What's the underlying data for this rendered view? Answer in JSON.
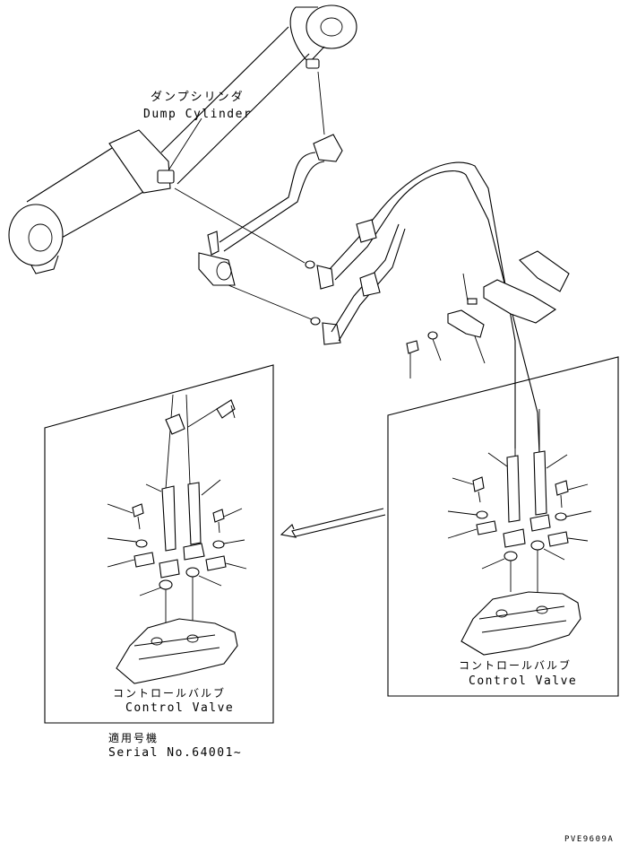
{
  "labels": {
    "dump_cylinder_jp": "ダンプシリンダ",
    "dump_cylinder_en": "Dump Cylinder",
    "control_valve_left_jp": "コントロールバルブ",
    "control_valve_left_en": "Control Valve",
    "control_valve_right_jp": "コントロールバルブ",
    "control_valve_right_en": "Control Valve",
    "serial_jp": "適用号機",
    "serial_en": "Serial No.64001~",
    "drawing_code": "PVE9609A"
  }
}
